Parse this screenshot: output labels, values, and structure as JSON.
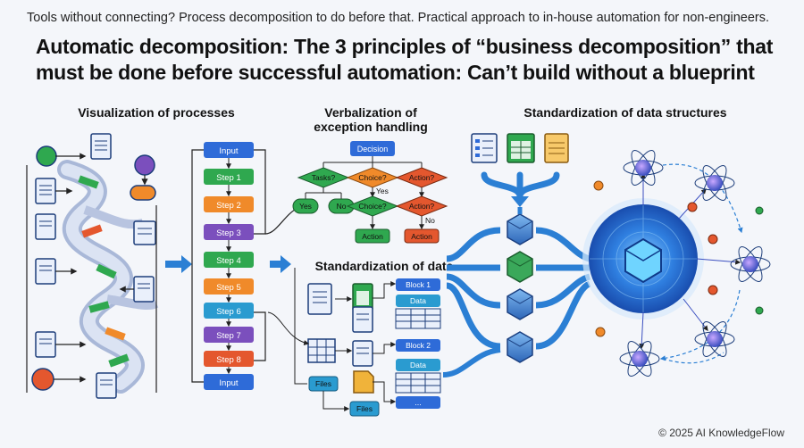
{
  "header": {
    "subtitle": "Tools without connecting? Process decomposition to do before that. Practical approach to in-house automation for non-engineers.",
    "title": "Automatic decomposition: The 3 principles of “business decomposition” that must be done before successful automation: Can’t build without a blueprint"
  },
  "sections": {
    "processes": "Visualization of processes",
    "exceptions": "Verbalization of exception handling",
    "data": "Standardization of data",
    "structures": "Standardization of data structures"
  },
  "steps": [
    "Input",
    "Step 1",
    "Step 2",
    "Step 3",
    "Step 4",
    "Step 5",
    "Step 6",
    "Step 7",
    "Step 8",
    "Input"
  ],
  "decision_tree": {
    "root": "Decision",
    "level1": [
      "Tasks?",
      "Choice?",
      "Action?"
    ],
    "level2": [
      "Yes",
      "No",
      "Choice?",
      "Action?"
    ],
    "yes": "Yes",
    "no": "No",
    "actions": [
      "Action",
      "Action"
    ]
  },
  "data_blocks": {
    "block1": "Block 1",
    "data1": "Data",
    "block2": "Block 2",
    "data2": "Data",
    "ellipsis": "...",
    "files1": "Files",
    "files2": "Files"
  },
  "colors": {
    "step_blue": "#2e6bd8",
    "step_green": "#2fa84f",
    "step_orange": "#f08a2a",
    "step_purple": "#7b4fbd",
    "step_teal": "#2a9bd0",
    "step_red": "#e4572e",
    "arrow_blue": "#2b7fd4",
    "core_blue": "#1f5fc9"
  },
  "footer": {
    "copyright": "© 2025 AI KnowledgeFlow"
  }
}
